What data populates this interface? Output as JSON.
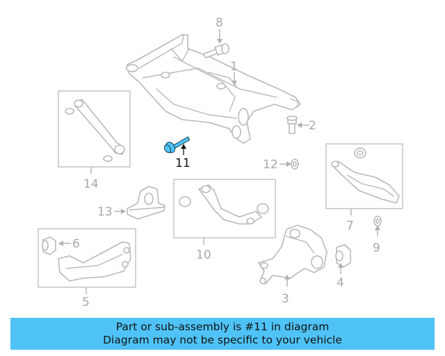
{
  "callouts": {
    "c1": "1",
    "c2": "2",
    "c3": "3",
    "c4": "4",
    "c5": "5",
    "c6": "6",
    "c7": "7",
    "c8": "8",
    "c9": "9",
    "c10": "10",
    "c11": "11",
    "c12": "12",
    "c13": "13",
    "c14": "14"
  },
  "highlight": {
    "callout": "11",
    "color": "#4fc3f7"
  },
  "banner": {
    "line1": "Part or sub-assembly is #11 in diagram",
    "line2": "Diagram may not be specific to your vehicle",
    "background": "#4fc3f7"
  }
}
